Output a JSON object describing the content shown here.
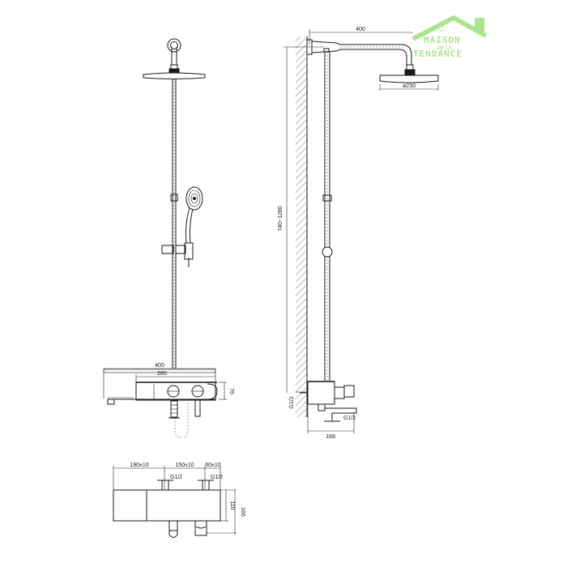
{
  "watermark": {
    "line1": "MAISON",
    "line2": "DE LA",
    "line3": "TENDANCE",
    "color": "#9ee07a"
  },
  "front_view": {
    "dim_total_width": "400",
    "dim_shelf_width": "280",
    "dim_shelf_height": "76"
  },
  "side_view": {
    "dim_arm_length": "400",
    "dim_head_diameter": "ø230",
    "dim_height_range": "740~1280",
    "dim_inlet_left": "G1/2",
    "dim_inlet_bottom": "G1/2",
    "dim_depth": "168"
  },
  "bottom_view": {
    "dim_a": "190±10",
    "dim_b": "150±10",
    "dim_c": "60±10",
    "inlet_left": "G1/2",
    "inlet_right": "G1/2",
    "dim_body_height": "110",
    "dim_total_height": "166"
  },
  "colors": {
    "line": "#1a1a1a",
    "background": "#ffffff",
    "watermark": "#9ee07a"
  }
}
